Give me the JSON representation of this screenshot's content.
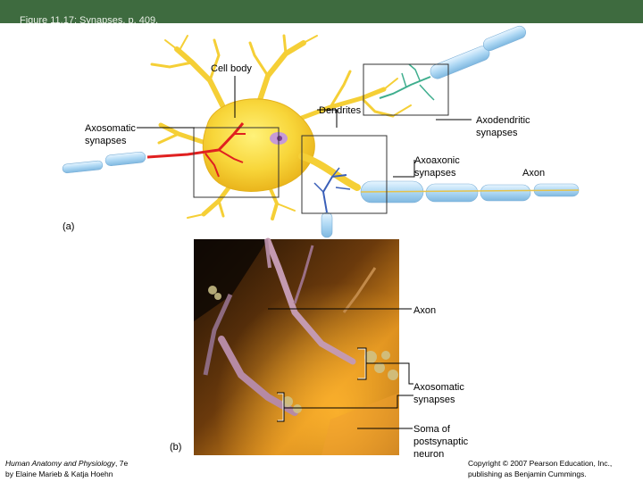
{
  "header": {
    "title": "Figure 11.17: Synapses, p. 409."
  },
  "panel_a": {
    "tag": "(a)",
    "labels": {
      "cell_body": "Cell body",
      "dendrites": "Dendrites",
      "axodendritic": [
        "Axodendritic",
        "synapses"
      ],
      "axosomatic": [
        "Axosomatic",
        "synapses"
      ],
      "axoaxonic": [
        "Axoaxonic",
        "synapses"
      ],
      "axon": "Axon"
    }
  },
  "panel_b": {
    "tag": "(b)",
    "labels": {
      "axon": "Axon",
      "axosomatic": [
        "Axosomatic",
        "synapses"
      ],
      "soma": [
        "Soma of",
        "postsynaptic",
        "neuron"
      ]
    }
  },
  "footer": {
    "book_title": "Human Anatomy and Physiology",
    "edition": ", 7e",
    "authors": "by Elaine Marieb & Katja Hoehn",
    "copyright": [
      "Copyright © 2007 Pearson Education, Inc.,",
      "publishing as Benjamin Cummings."
    ]
  }
}
